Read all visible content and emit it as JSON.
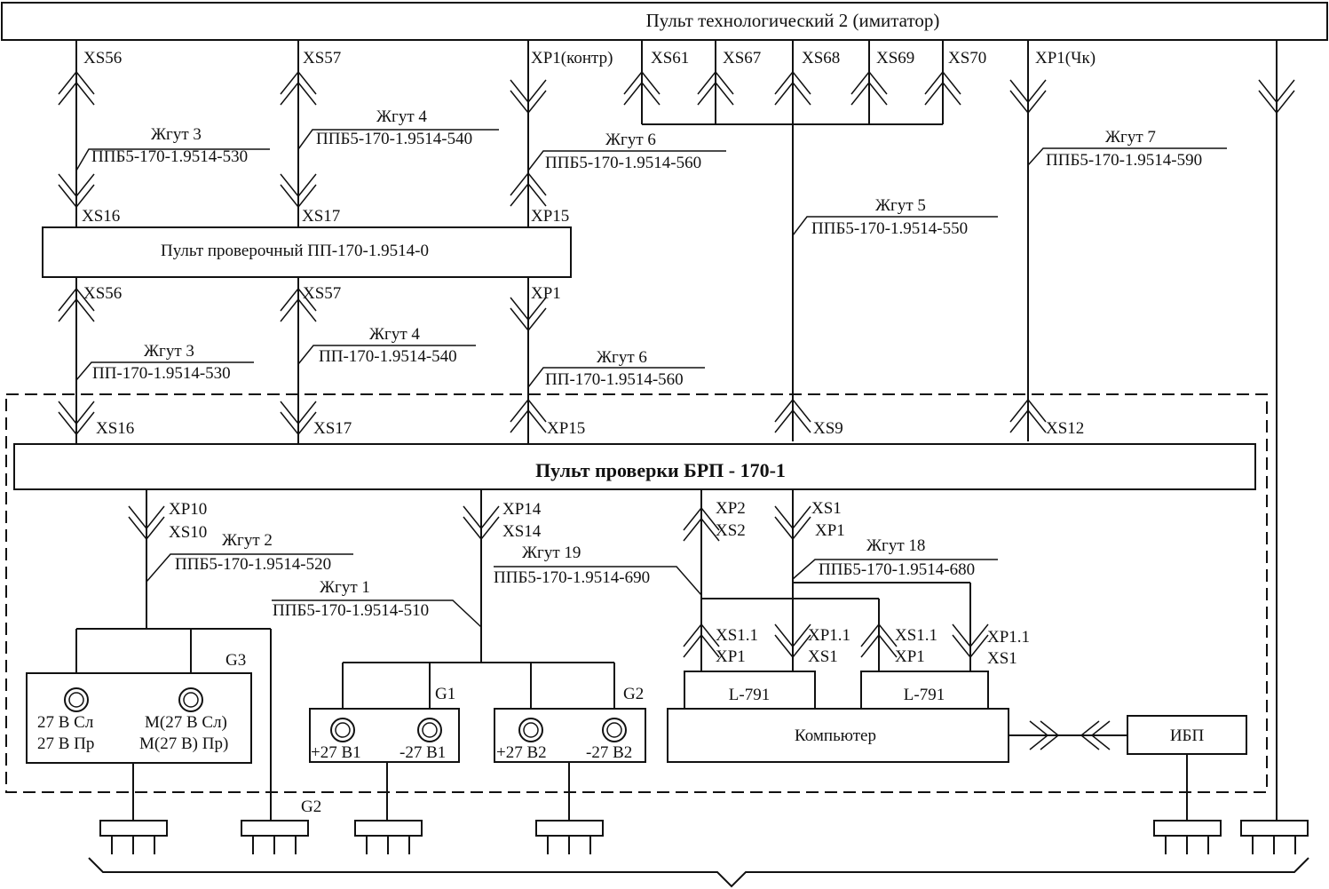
{
  "blocks": {
    "simulator": "Пульт технологический 2 (имитатор)",
    "test_console": "Пульт проверочный ПП-170-1.9514-0",
    "brp_console": "Пульт проверки БРП - 170-1",
    "computer": "Компьютер",
    "ups": "ИБП",
    "l791_a": "L-791",
    "l791_b": "L-791"
  },
  "top_connectors": {
    "xs56": "XS56",
    "xs57": "XS57",
    "xp1_kontr": "XP1(контр)",
    "xs61": "XS61",
    "xs67": "XS67",
    "xs68": "XS68",
    "xs69": "XS69",
    "xs70": "XS70",
    "xp1_chk": "XP1(Чк)"
  },
  "mid_connectors": {
    "xs16": "XS16",
    "xs17": "XS17",
    "xp15": "XP15",
    "xs56": "XS56",
    "xs57": "XS57",
    "xp1": "XP1"
  },
  "lower_connectors": {
    "xs16": "XS16",
    "xs17": "XS17",
    "xp15": "XP15",
    "xs9": "XS9",
    "xs12": "XS12"
  },
  "harnesses_upper": {
    "h3_name": "Жгут 3",
    "h3_code": "ППБ5-170-1.9514-530",
    "h4_name": "Жгут 4",
    "h4_code": "ППБ5-170-1.9514-540",
    "h6_name": "Жгут 6",
    "h6_code": "ППБ5-170-1.9514-560",
    "h5_name": "Жгут 5",
    "h5_code": "ППБ5-170-1.9514-550",
    "h7_name": "Жгут 7",
    "h7_code": "ППБ5-170-1.9514-590"
  },
  "harnesses_mid": {
    "h3_name": "Жгут 3",
    "h3_code": "ПП-170-1.9514-530",
    "h4_name": "Жгут 4",
    "h4_code": "ПП-170-1.9514-540",
    "h6_name": "Жгут 6",
    "h6_code": "ПП-170-1.9514-560"
  },
  "bottom": {
    "xp10": "XP10",
    "xs10": "XS10",
    "h2_name": "Жгут 2",
    "h2_code": "ППБ5-170-1.9514-520",
    "xp14": "XP14",
    "xs14": "XS14",
    "h19_name": "Жгут 19",
    "h19_code": "ППБ5-170-1.9514-690",
    "h1_name": "Жгут 1",
    "h1_code": "ППБ5-170-1.9514-510",
    "xp2": "XP2",
    "xs2": "XS2",
    "xs1": "XS1",
    "xp1": "XP1",
    "h18_name": "Жгут 18",
    "h18_code": "ППБ5-170-1.9514-680",
    "xs1_1_a": "XS1.1",
    "xp1_a": "XP1",
    "xp1_1_a": "XP1.1",
    "xs1_a": "XS1",
    "xs1_1_b": "XS1.1",
    "xp1_b": "XP1",
    "xp1_1_b": "XP1.1",
    "xs1_b": "XS1"
  },
  "supplies": {
    "g3": "G3",
    "g3_left_1": "27 В Сл",
    "g3_left_2": "27 В Пр",
    "g3_right_1": "М(27 В Сл)",
    "g3_right_2": "М(27 В) Пр)",
    "g1": "G1",
    "g1_plus": "+27 В1",
    "g1_minus": "-27 В1",
    "g2": "G2",
    "g2_plus": "+27 В2",
    "g2_minus": "-27 В2",
    "g2_plug": "G2"
  }
}
